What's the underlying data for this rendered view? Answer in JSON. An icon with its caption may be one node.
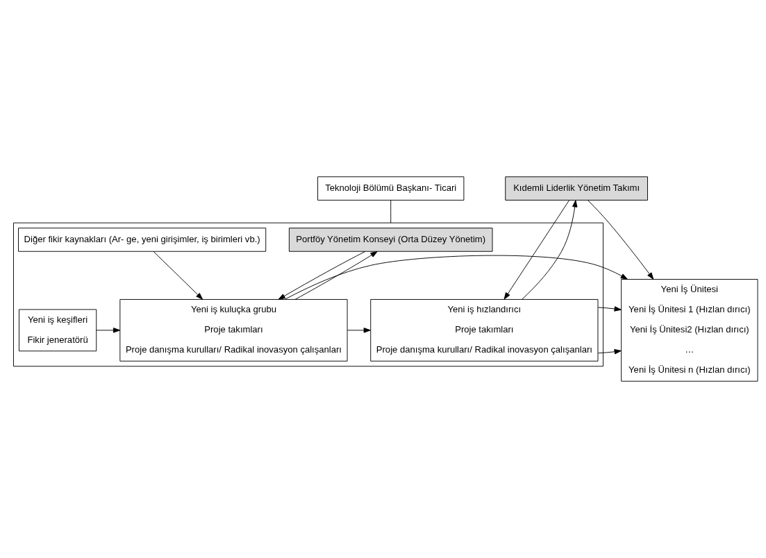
{
  "diagram": {
    "nodes": [
      {
        "text": [
          "Teknoloji Bölümü Başkanı- Ticari"
        ]
      },
      {
        "text": [
          "Kıdemli Liderlik Yönetim Takımı"
        ]
      },
      {
        "text": [],
        "shape": "box"
      },
      {
        "text": [
          "Portföy Yönetim Konseyi (Orta Düzey Yönetim)"
        ],
        "in": 2
      },
      {
        "text": [
          "Yeni iş keşifleri",
          "Fikir jeneratörü"
        ],
        "in": 2
      },
      {
        "text": [
          "Yeni iş kuluçka grubu",
          "Proje takımları",
          "Proje danışma kurulları/ Radikal inovasyon çalışanları"
        ],
        "in": 2
      },
      {
        "text": [
          "Yeni iş hızlandırıcı",
          "Proje takımları",
          "Proje danışma kurulları/ Radikal inovasyon çalışanları"
        ],
        "in": 2
      },
      {
        "text": [
          "Diğer fikir kaynakları (Ar- ge, yeni girişimler, iş birimleri vb.)"
        ],
        "in": 2
      },
      {
        "text": [
          "Yeni İş Ünitesi",
          "Yeni İş Ünitesi 1 (Hızlan dırıcı)",
          "Yeni İş Ünitesi2 (Hızlan dırıcı)",
          "…",
          "Yeni İş Ünitesi n (Hızlan dırıcı)"
        ]
      }
    ],
    "edges": [
      {
        "from": 0,
        "to": 2,
        "arrow": "none"
      },
      {
        "from": 3,
        "to": 5,
        "arrow": "to"
      },
      {
        "from": 4,
        "to": 5,
        "arrow": "to"
      },
      {
        "from": 5,
        "to": 3,
        "arrow": "to"
      },
      {
        "from": 1,
        "to": 6,
        "arrow": "to"
      },
      {
        "from": 5,
        "to": 6,
        "arrow": "to"
      },
      {
        "from": 6,
        "to": 1,
        "arrow": "to"
      },
      {
        "from": 6,
        "to": 8,
        "arrow": "to"
      },
      {
        "from": 1,
        "to": 8,
        "arrow": "to"
      },
      {
        "from": 6,
        "to": 8,
        "arrow": "to"
      },
      {
        "from": 7,
        "to": 5,
        "arrow": "to"
      },
      {
        "from": 5,
        "to": 8,
        "arrow": "to"
      }
    ]
  }
}
